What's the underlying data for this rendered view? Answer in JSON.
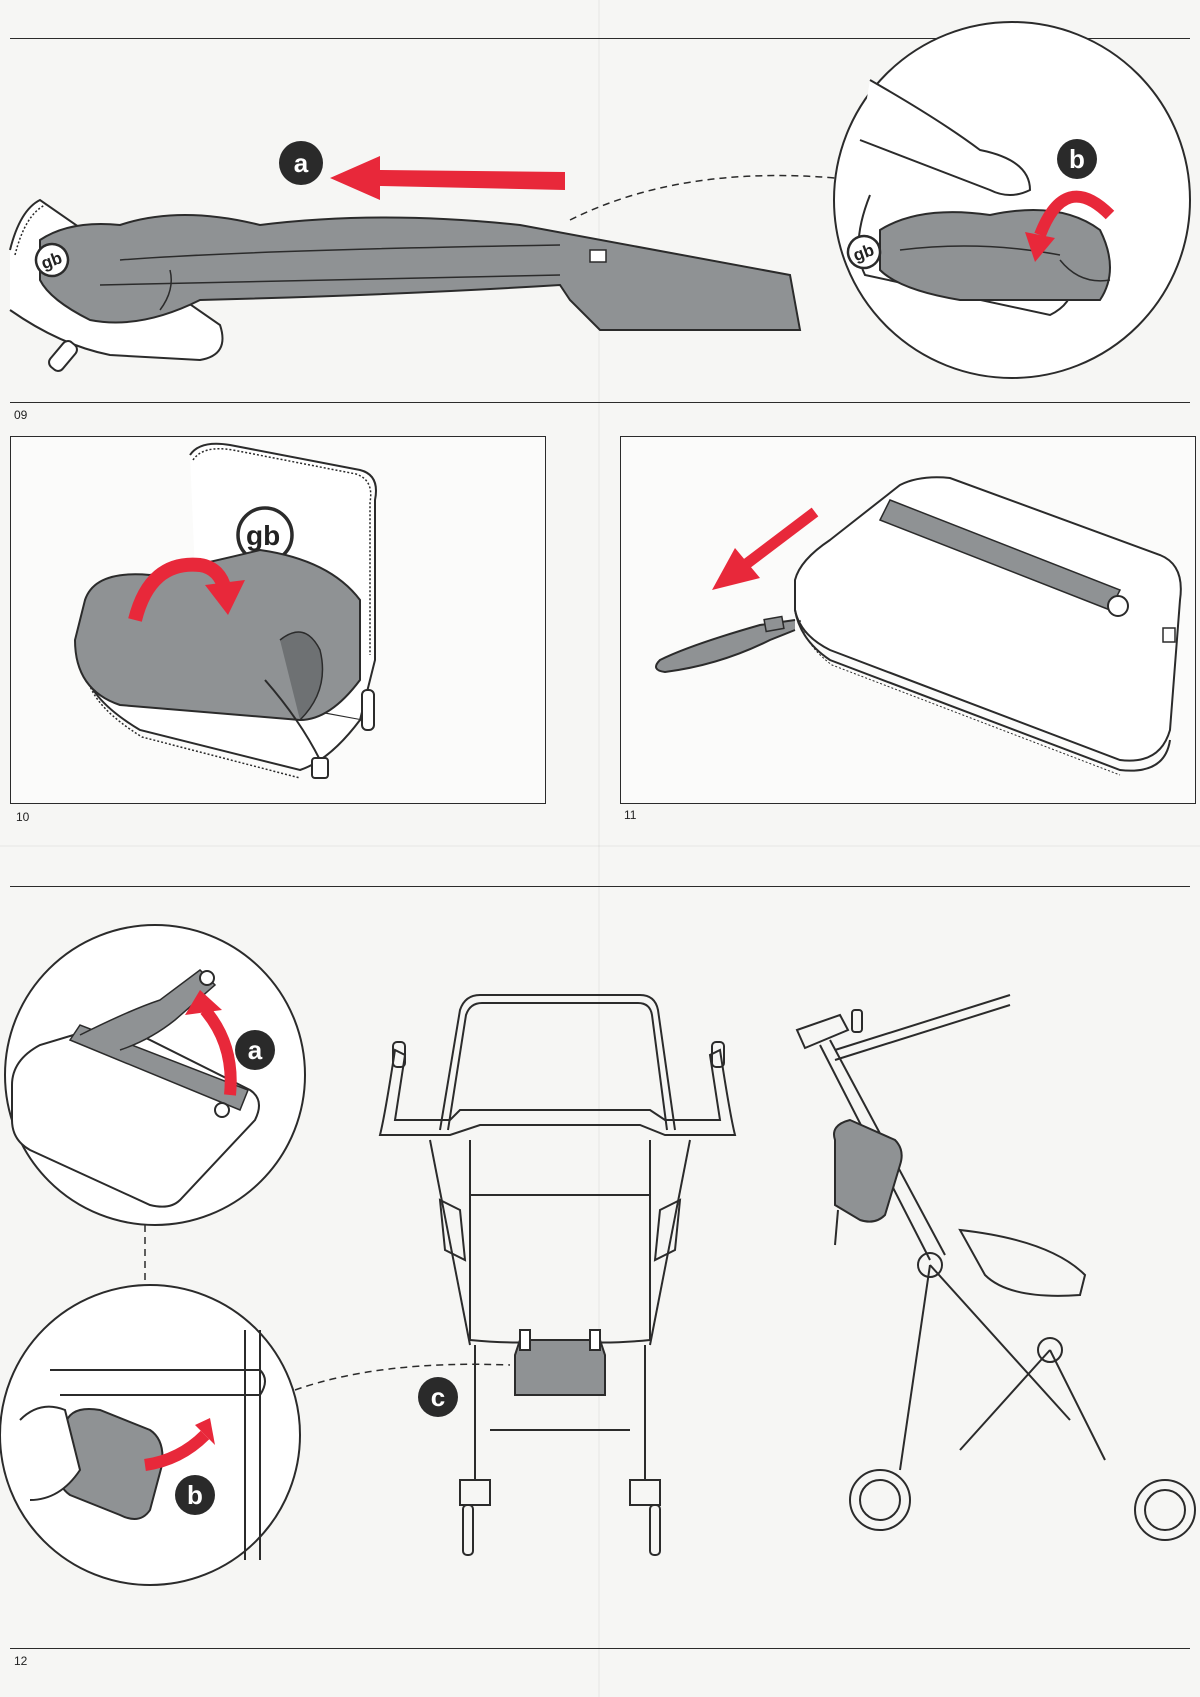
{
  "steps": [
    {
      "number": "09",
      "badges": [
        "a",
        "b"
      ]
    },
    {
      "number": "10"
    },
    {
      "number": "11"
    },
    {
      "number": "12",
      "badges": [
        "a",
        "b",
        "c"
      ]
    }
  ],
  "brand": {
    "logo_text": "gb"
  },
  "colors": {
    "arrow": "#e8283a",
    "fabric": "#8f9294",
    "fabric_dark": "#6e7173",
    "line": "#2b2b2b",
    "badge": "#2a2a2a"
  }
}
